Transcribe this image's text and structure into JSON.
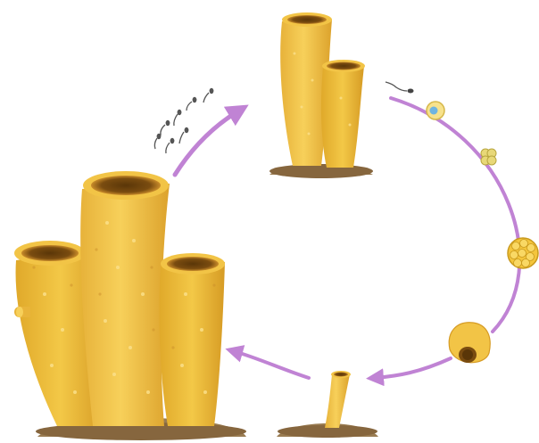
{
  "diagram": {
    "type": "life-cycle",
    "stages": [
      {
        "id": "adult-sponge-large",
        "icon": "adult-sponge-icon"
      },
      {
        "id": "sperm-release",
        "icon": "sperm-icon"
      },
      {
        "id": "adult-sponge-small",
        "icon": "adult-sponge-icon"
      },
      {
        "id": "fertilization",
        "icon": "egg-sperm-icon"
      },
      {
        "id": "cleavage",
        "icon": "dividing-cell-icon"
      },
      {
        "id": "morula",
        "icon": "morula-icon"
      },
      {
        "id": "larva",
        "icon": "larva-icon"
      },
      {
        "id": "juvenile-sponge",
        "icon": "juvenile-sponge-icon"
      }
    ],
    "colors": {
      "sponge_body": "#f2c446",
      "sponge_shadow": "#e0a92a",
      "sponge_rim": "#8a5a14",
      "ground": "#9a7c52",
      "arrow": "#c083d4",
      "sperm": "#555555",
      "egg_nucleus": "#6fb4e0",
      "background": "#ffffff"
    }
  }
}
